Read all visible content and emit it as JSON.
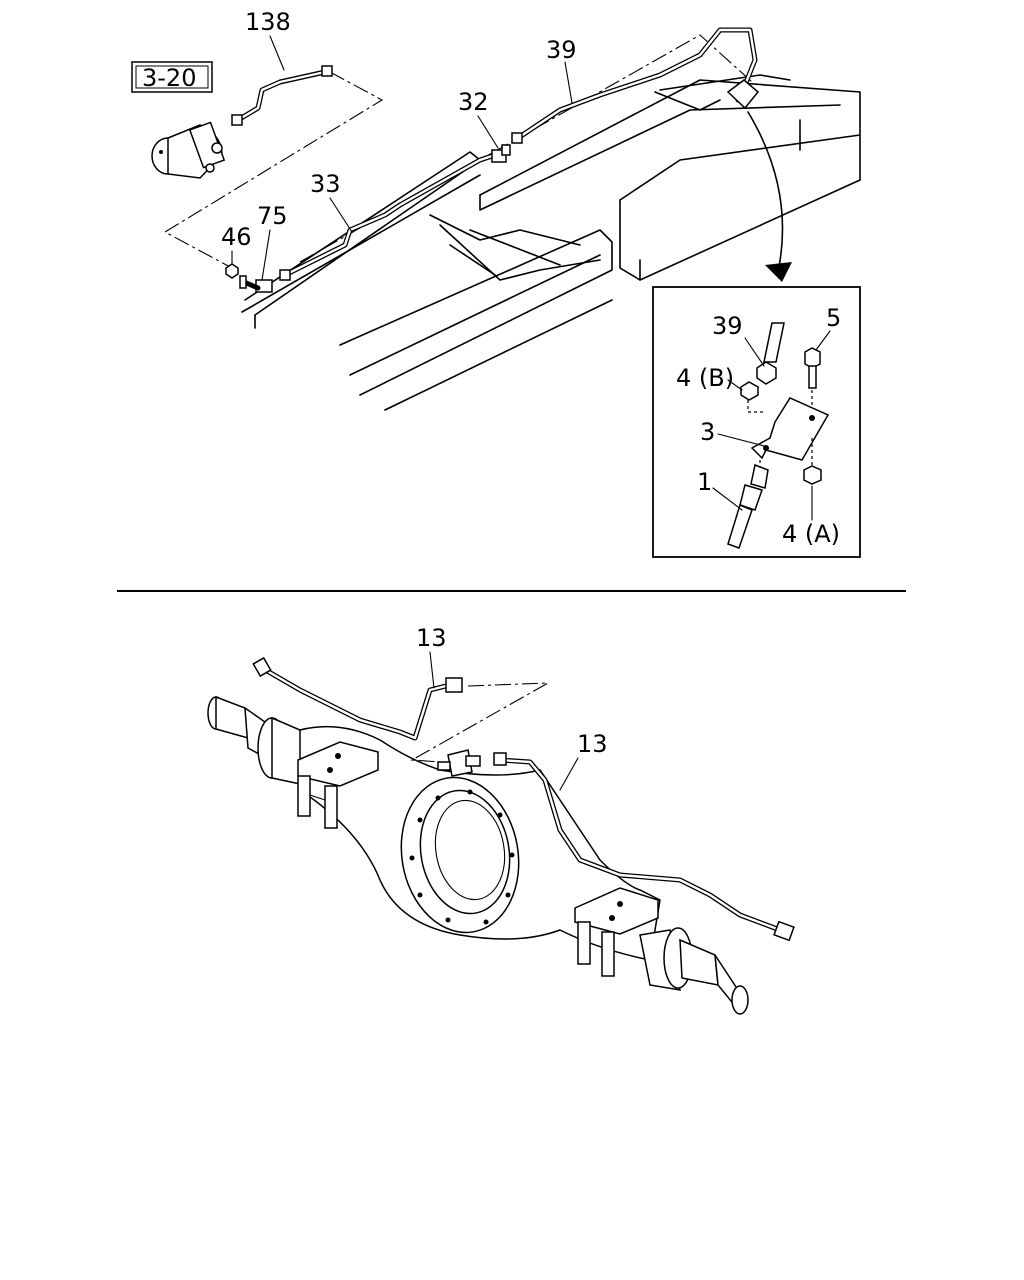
{
  "ref_box": "3-20",
  "top_labels": {
    "l138": "138",
    "l39": "39",
    "l32": "32",
    "l33": "33",
    "l75": "75",
    "l46": "46"
  },
  "inset_labels": {
    "i39": "39",
    "i5": "5",
    "i4b": "4 (B)",
    "i3": "3",
    "i1": "1",
    "i4a": "4 (A)"
  },
  "bottom_labels": {
    "b13a": "13",
    "b13b": "13"
  }
}
